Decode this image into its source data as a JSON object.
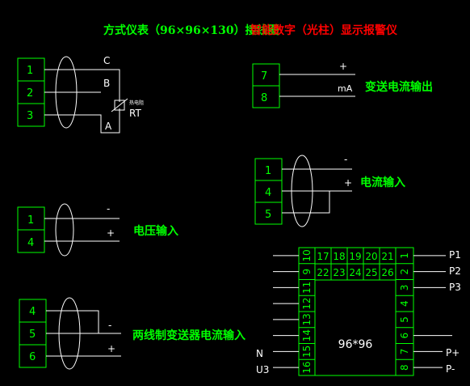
{
  "colors": {
    "background": "#000000",
    "wire": "#ffffff",
    "terminal": "#00ff00",
    "title_green": "#00ff00",
    "title_red": "#ff0000",
    "label": "#00ff00",
    "pin_label": "#ffffff"
  },
  "title": {
    "part1": "方式仪表（96×96×130）接线图",
    "part2": "智能数字（光柱）显示报警仪"
  },
  "rtd": {
    "terminals": [
      "1",
      "2",
      "3"
    ],
    "letters": [
      "C",
      "B",
      "A"
    ],
    "sensor_small": "热电阻",
    "sensor_label": "RT"
  },
  "transmit_output": {
    "terminals": [
      "7",
      "8"
    ],
    "plus": "+",
    "unit": "mA",
    "label": "变送电流输出"
  },
  "current_input": {
    "terminals": [
      "1",
      "4",
      "5"
    ],
    "minus": "-",
    "plus": "+",
    "label": "电流输入"
  },
  "voltage_input": {
    "terminals": [
      "1",
      "4"
    ],
    "minus": "-",
    "plus": "+",
    "label": "电压输入"
  },
  "two_wire_input": {
    "terminals": [
      "4",
      "5",
      "6"
    ],
    "minus": "-",
    "plus": "+",
    "label": "两线制变送器电流输入"
  },
  "meter": {
    "center_label": "96*96",
    "top_row1": [
      "17",
      "18",
      "19",
      "20",
      "21"
    ],
    "top_row2": [
      "22",
      "23",
      "24",
      "25",
      "26"
    ],
    "left_column": [
      "10",
      "9",
      "11",
      "12",
      "13",
      "14",
      "15",
      "16"
    ],
    "right_column": [
      "1",
      "2",
      "3",
      "4",
      "5",
      "6",
      "7",
      "8"
    ],
    "right_labels": [
      "P1",
      "P2",
      "P3",
      "P+",
      "P-"
    ],
    "left_labels": [
      "N",
      "U3"
    ]
  }
}
